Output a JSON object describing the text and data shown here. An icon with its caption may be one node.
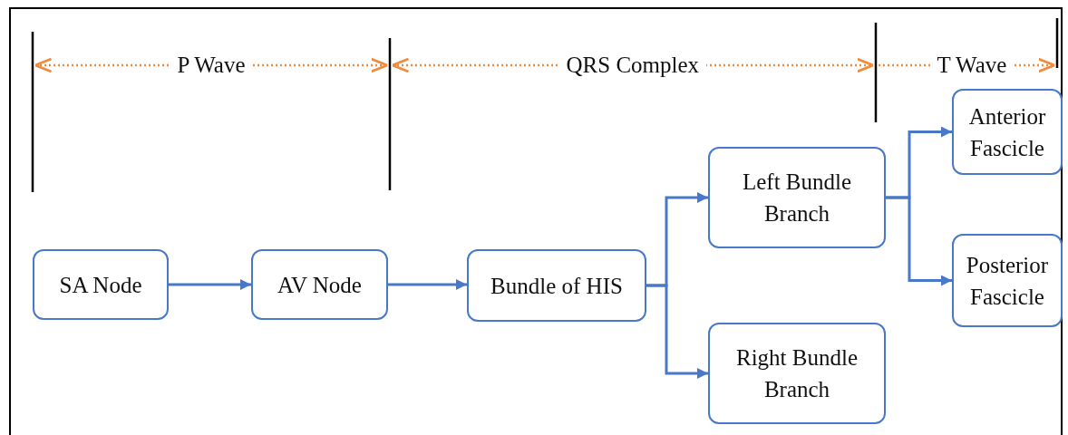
{
  "diagram": {
    "nodes": [
      {
        "text": [
          "SA Node"
        ]
      },
      {
        "text": [
          "AV Node"
        ]
      },
      {
        "text": [
          "Bundle of HIS"
        ]
      },
      {
        "text": [
          "Left Bundle Branch"
        ]
      },
      {
        "text": [
          "Right Bundle Branch"
        ]
      },
      {
        "text": [
          "Anterior Fascicle"
        ]
      },
      {
        "text": [
          "Posterior Fascicle"
        ]
      }
    ],
    "edges": [
      {
        "from": 0,
        "to": 1,
        "arrow": "to"
      },
      {
        "from": 1,
        "to": 2,
        "arrow": "to"
      },
      {
        "from": 2,
        "to": 3,
        "arrow": "to"
      },
      {
        "from": 2,
        "to": 4,
        "arrow": "to"
      },
      {
        "from": 3,
        "to": 5,
        "arrow": "to"
      },
      {
        "from": 3,
        "to": 6,
        "arrow": "to"
      }
    ],
    "labels": [
      "P Wave",
      "QRS Complex",
      "T Wave"
    ]
  }
}
